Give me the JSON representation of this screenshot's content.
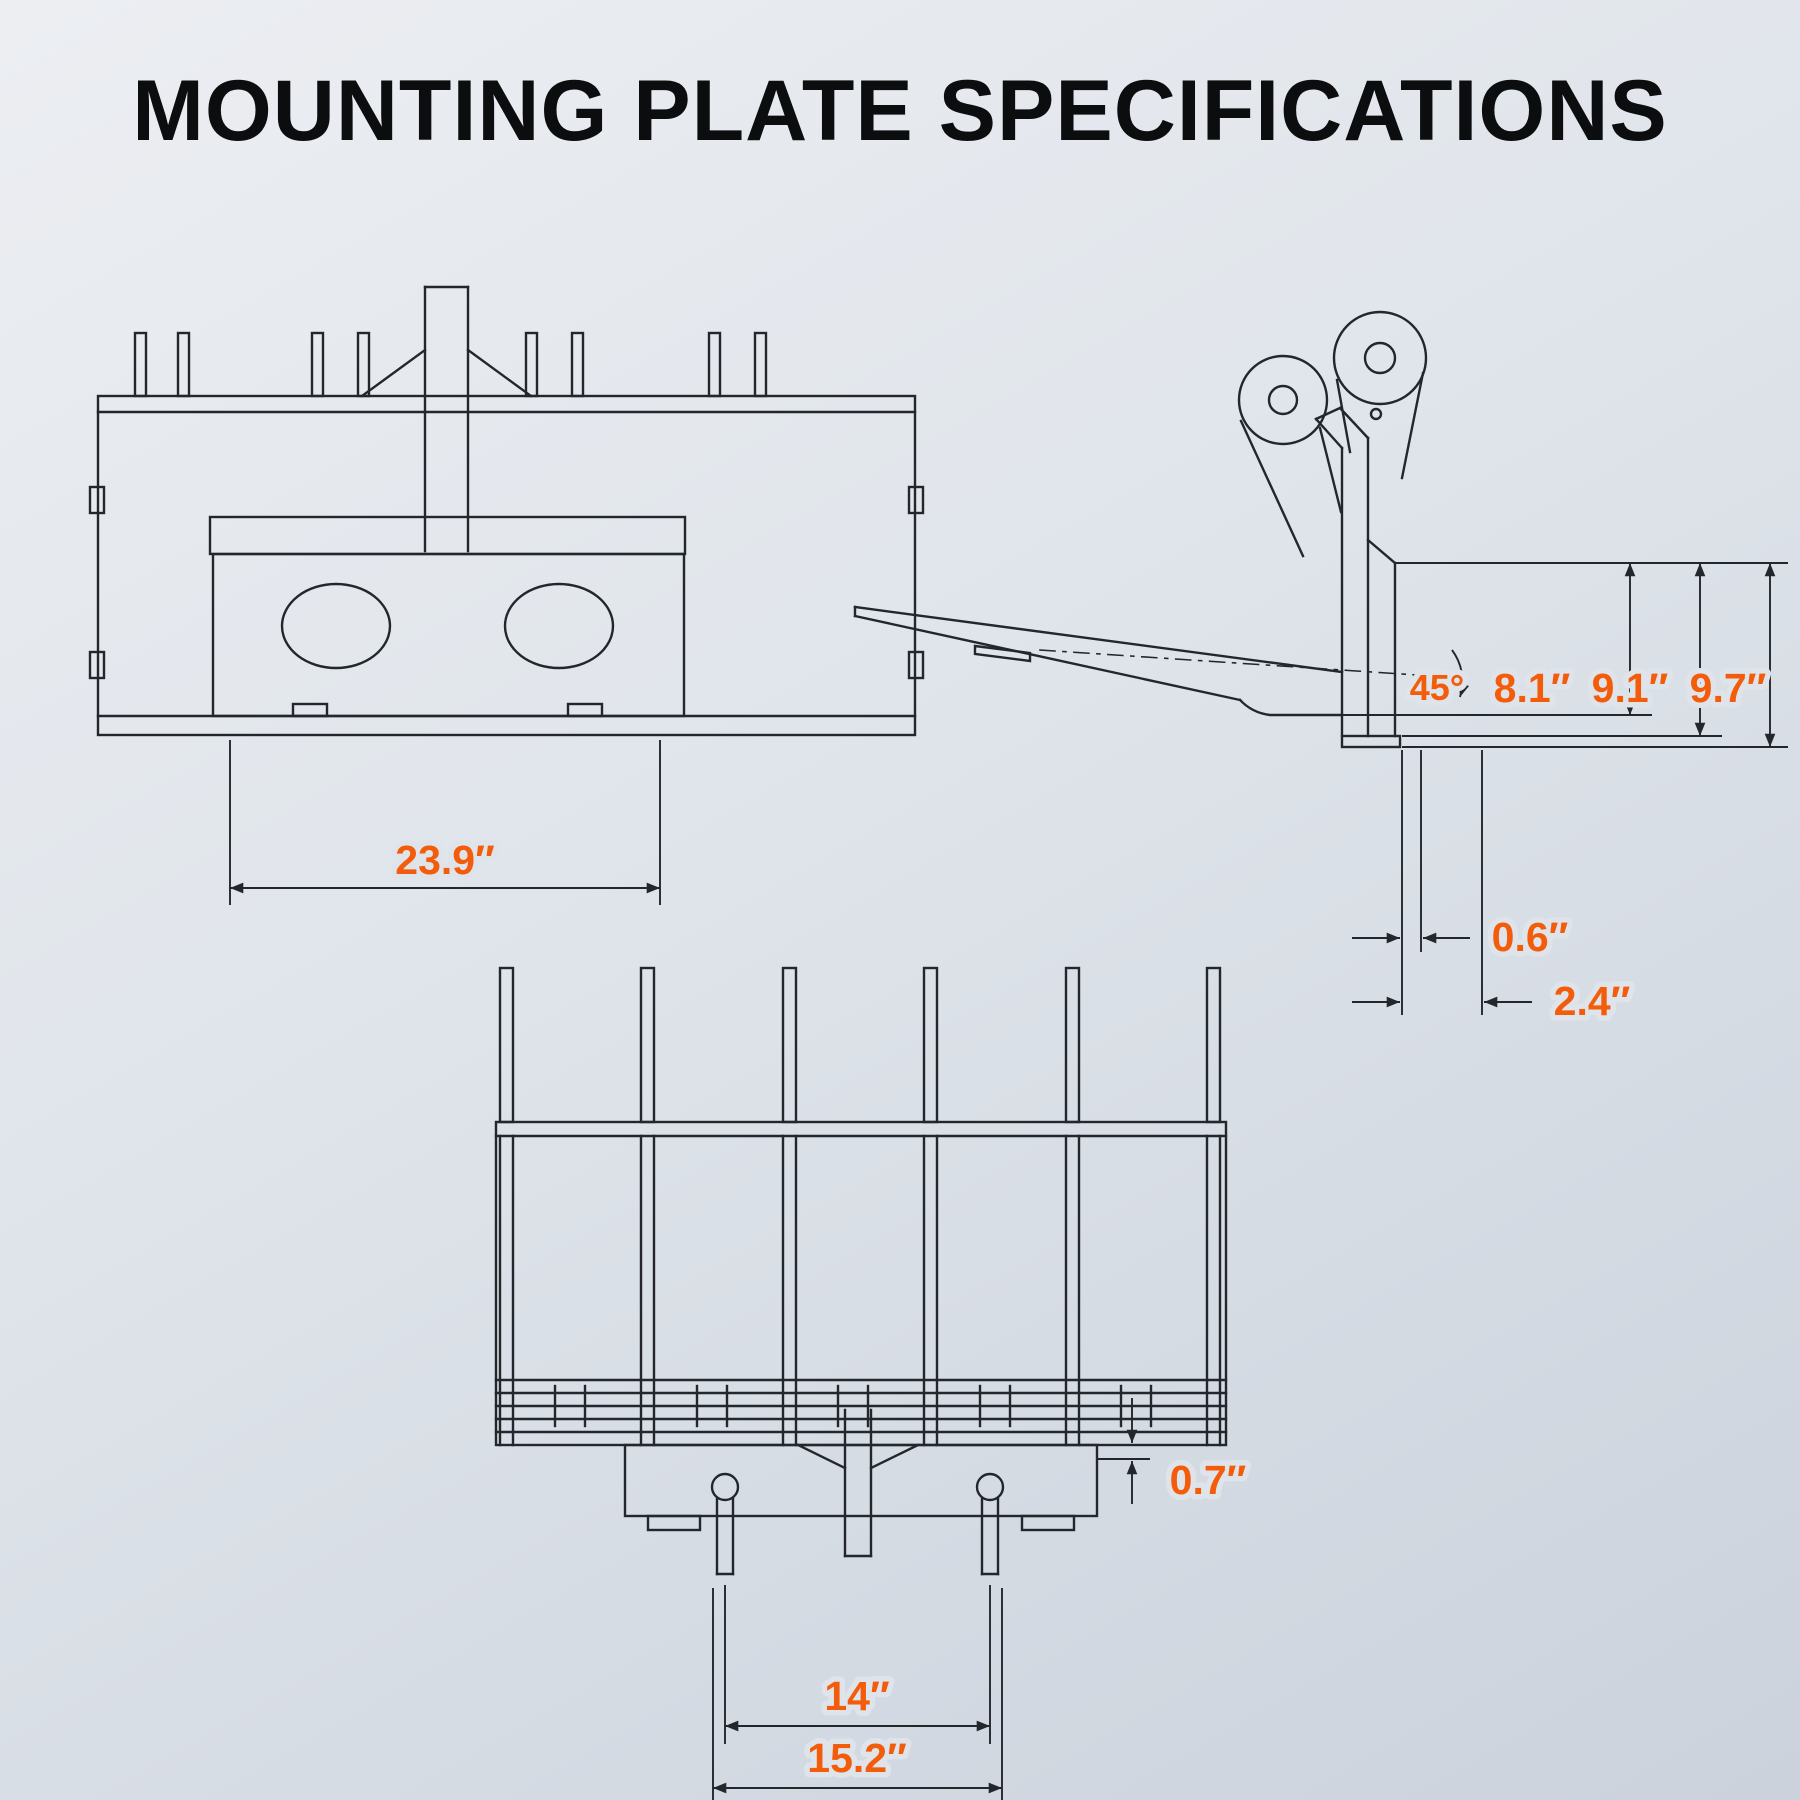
{
  "title": "MOUNTING PLATE SPECIFICATIONS",
  "colors": {
    "background": "#dfe4ea",
    "line": "#23272c",
    "dimension_text": "#f25c0a",
    "title_text": "#0c0d0f"
  },
  "labels": {
    "front_width": "23.9″",
    "angle": "45°",
    "depth_a": "8.1″",
    "depth_b": "9.1″",
    "depth_c": "9.7″",
    "offset_a": "0.6″",
    "offset_b": "2.4″",
    "plate_thickness": "0.7″",
    "pin_center_spacing": "14″",
    "pin_outer_spacing": "15.2″"
  }
}
